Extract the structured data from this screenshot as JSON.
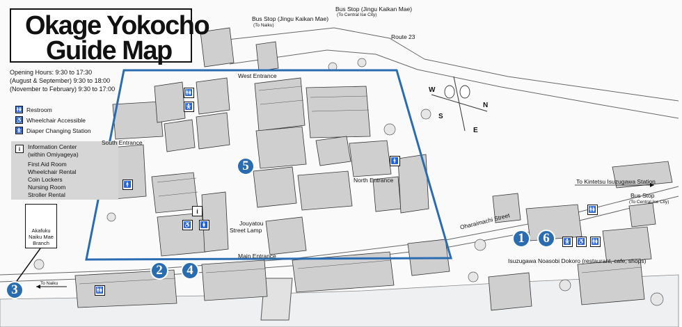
{
  "title": {
    "line1": "Okage Yokocho",
    "line2": "Guide Map"
  },
  "hours": {
    "line1": "Opening Hours: 9:30 to 17:30",
    "line2": "(August & September) 9:30 to 18:00",
    "line3": "(November to February) 9:30 to 17:00"
  },
  "legend": {
    "restroom": "Restroom",
    "wheelchair": "Wheelchair Accessible",
    "diaper": "Diaper Changing Station"
  },
  "info_center": {
    "title_line1": "Information Center",
    "title_line2": "(within Omiyageya)",
    "items": [
      "First Aid Room",
      "Wheelchair Rental",
      "Coin Lockers",
      "Nursing Room",
      "Stroller Rental"
    ]
  },
  "akafuku": {
    "line1": "Akafuku",
    "line2": "Naiku Mae",
    "line3": "Branch"
  },
  "labels": {
    "bus_stop_left": "Bus Stop (Jingu Kaikan Mae)",
    "bus_stop_left_sub": "(To Naiku)",
    "bus_stop_right": "Bus Stop (Jingu Kaikan Mae)",
    "bus_stop_right_sub": "(To Central Ise City)",
    "route23": "Route 23",
    "west_entrance": "West Entrance",
    "south_entrance": "South Entrance",
    "north_entrance": "North Entrance",
    "main_entrance": "Main Entrance",
    "jouyatou_1": "Jouyatou",
    "jouyatou_2": "Street Lamp",
    "oharaimachi": "Oharaimachi Street",
    "to_kintetsu": "To Kintetsu Isuzugawa Station",
    "bus_stop_east": "Bus Stop",
    "bus_stop_east_sub": "(To Central Ise City)",
    "isuzugawa": "Isuzugawa Noasobi Dokoro (restaurant, cafe, shops)",
    "to_naiku": "To Naiku"
  },
  "numbers": [
    "1",
    "2",
    "3",
    "4",
    "5",
    "6"
  ],
  "compass": {
    "n": "N",
    "s": "S",
    "e": "E",
    "w": "W"
  },
  "colors": {
    "area_outline": "#2a6cb0",
    "marker": "#2a6cb0",
    "info_bg": "#d6d6d6"
  }
}
